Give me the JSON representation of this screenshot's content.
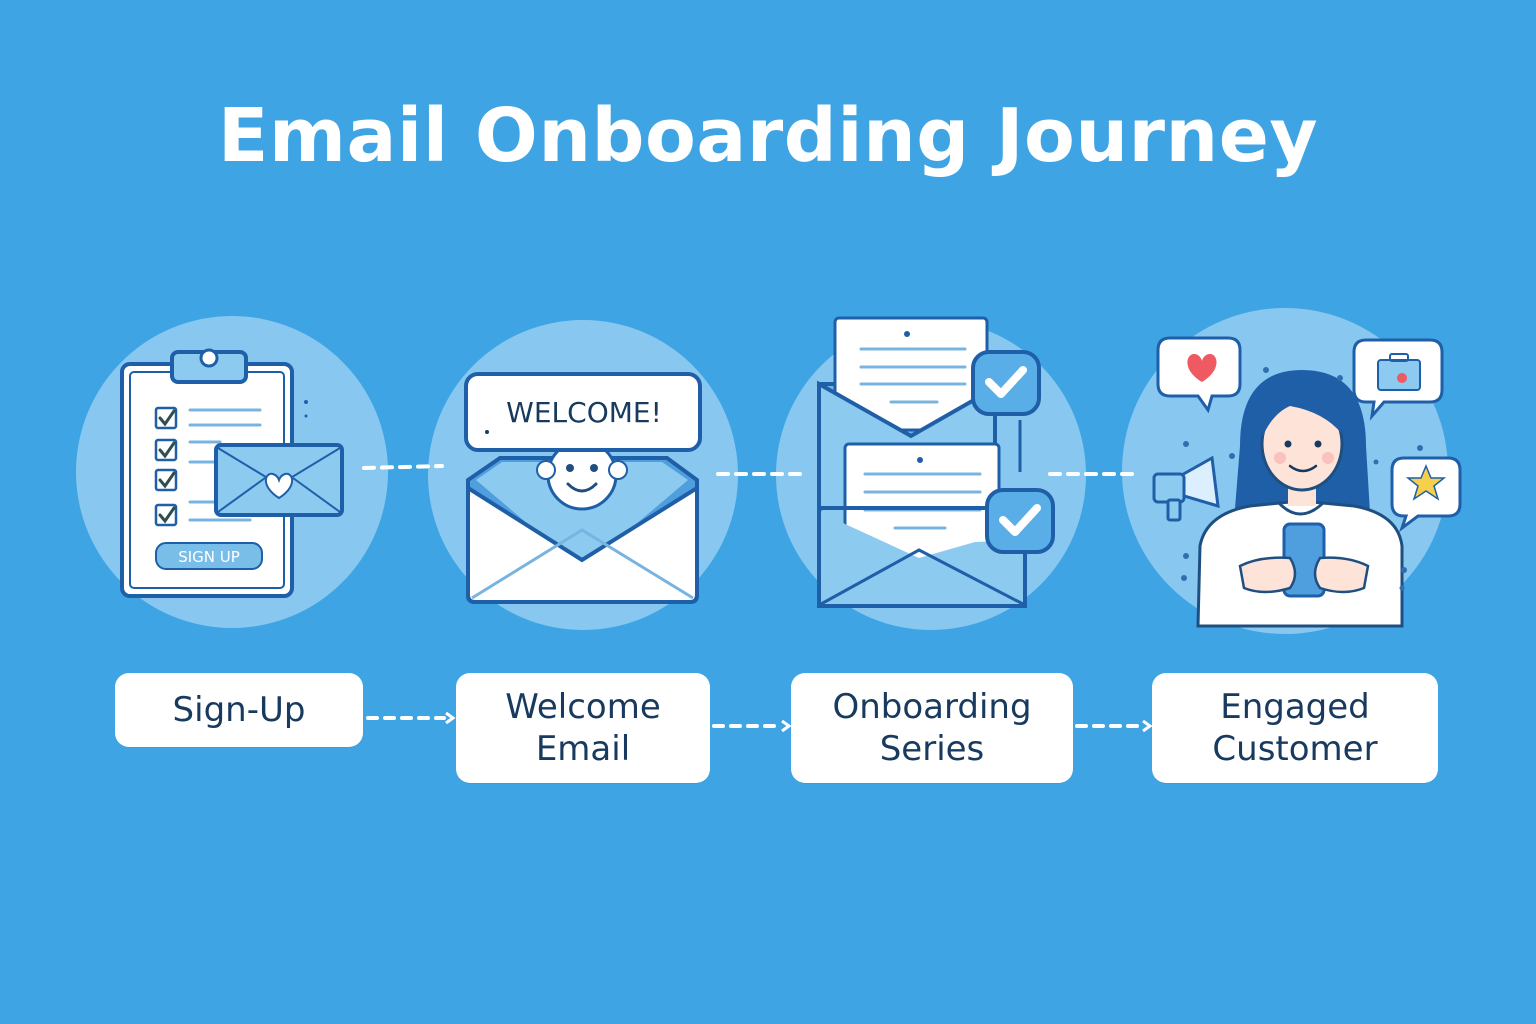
{
  "title": "Email Onboarding Journey",
  "colors": {
    "background": "#3fa4e4",
    "circle": "#8ccaf0",
    "outline": "#1f5fa8",
    "label_text": "#173a5e",
    "heart": "#ef5a62",
    "star": "#f6d04d"
  },
  "stages": [
    {
      "label_line1": "Sign-Up",
      "label_line2": "",
      "illustration": "clipboard-signup-form",
      "illustration_text": "SIGN UP"
    },
    {
      "label_line1": "Welcome",
      "label_line2": "Email",
      "illustration": "open-envelope-welcome",
      "illustration_text": "WELCOME!"
    },
    {
      "label_line1": "Onboarding",
      "label_line2": "Series",
      "illustration": "stacked-envelopes-checkmarks",
      "illustration_text": ""
    },
    {
      "label_line1": "Engaged",
      "label_line2": "Customer",
      "illustration": "customer-with-phone",
      "illustration_text": ""
    }
  ],
  "connectors": [
    "dashed-arrow",
    "dashed-arrow",
    "dashed-arrow"
  ]
}
